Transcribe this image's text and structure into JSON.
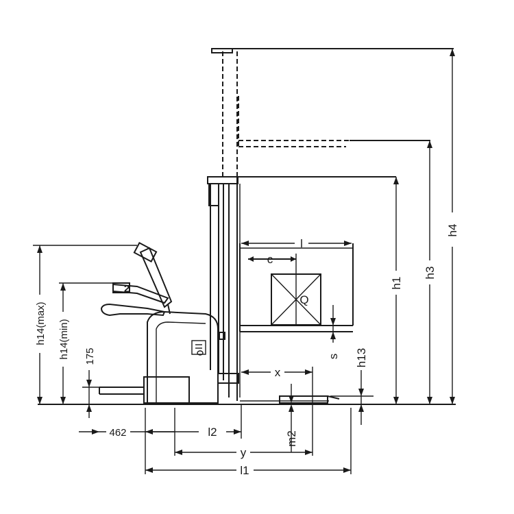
{
  "labels": {
    "h4": "h4",
    "h3": "h3",
    "h1": "h1",
    "h13": "h13",
    "s": "s",
    "l": "l",
    "c": "c",
    "q": "Q",
    "x": "x",
    "y": "y",
    "l1": "l1",
    "l2": "l2",
    "m2": "m2",
    "dim_462": "462",
    "dim_175": "175",
    "h14_max": "h14(max)",
    "h14_min": "h14(min)",
    "tiller_number": "2"
  }
}
